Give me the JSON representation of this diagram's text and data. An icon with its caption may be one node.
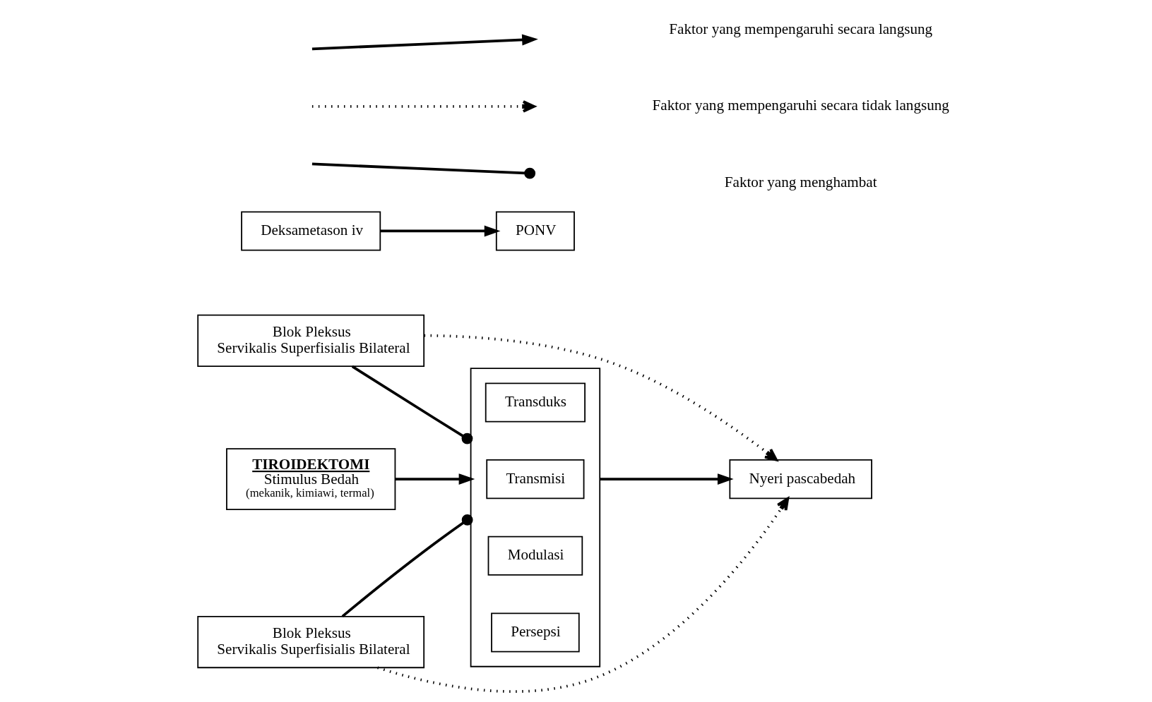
{
  "diagram": {
    "nodes": [
      {
        "text": [
          "TIROIDEKTOMI",
          "Stimulus Bedah",
          "(mekanik, kimiawi, termal)"
        ]
      },
      {
        "text": [],
        "shape": "box"
      },
      {
        "text": [
          "Transduks"
        ],
        "in": 1
      },
      {
        "text": [
          "Transmisi"
        ],
        "in": 1
      },
      {
        "text": [
          "Modulasi"
        ],
        "in": 1
      },
      {
        "text": [
          "Persepsi"
        ],
        "in": 1
      },
      {
        "text": [
          "Nyeri pascabedah"
        ]
      },
      {
        "text": [
          "Blok Pleksus Servikalis Superfisialis Bilateral"
        ]
      },
      {
        "text": [
          "Blok Pleksus Servikalis Superfisialis Bilateral"
        ]
      },
      {
        "text": [
          "Deksametason iv"
        ]
      },
      {
        "text": [
          "PONV"
        ]
      }
    ],
    "edges": [
      {
        "from": 0,
        "to": 1,
        "arrow": "to"
      },
      {
        "from": 1,
        "to": 6,
        "arrow": "to"
      },
      {
        "from": 7,
        "to": 1,
        "arrow": "other"
      },
      {
        "from": 8,
        "to": 1,
        "arrow": "other"
      },
      {
        "from": 7,
        "to": 6,
        "arrow": "to",
        "style": "dashed"
      },
      {
        "from": 8,
        "to": 6,
        "arrow": "to",
        "style": "dashed"
      },
      {
        "from": 9,
        "to": 10,
        "arrow": "to"
      }
    ],
    "legend": [
      {
        "text": "Faktor yang mempengaruhi secara langsung"
      },
      {
        "text": "Faktor yang mempengaruhi secara tidak langsung"
      },
      {
        "text": "Faktor yang menghambat"
      }
    ]
  }
}
